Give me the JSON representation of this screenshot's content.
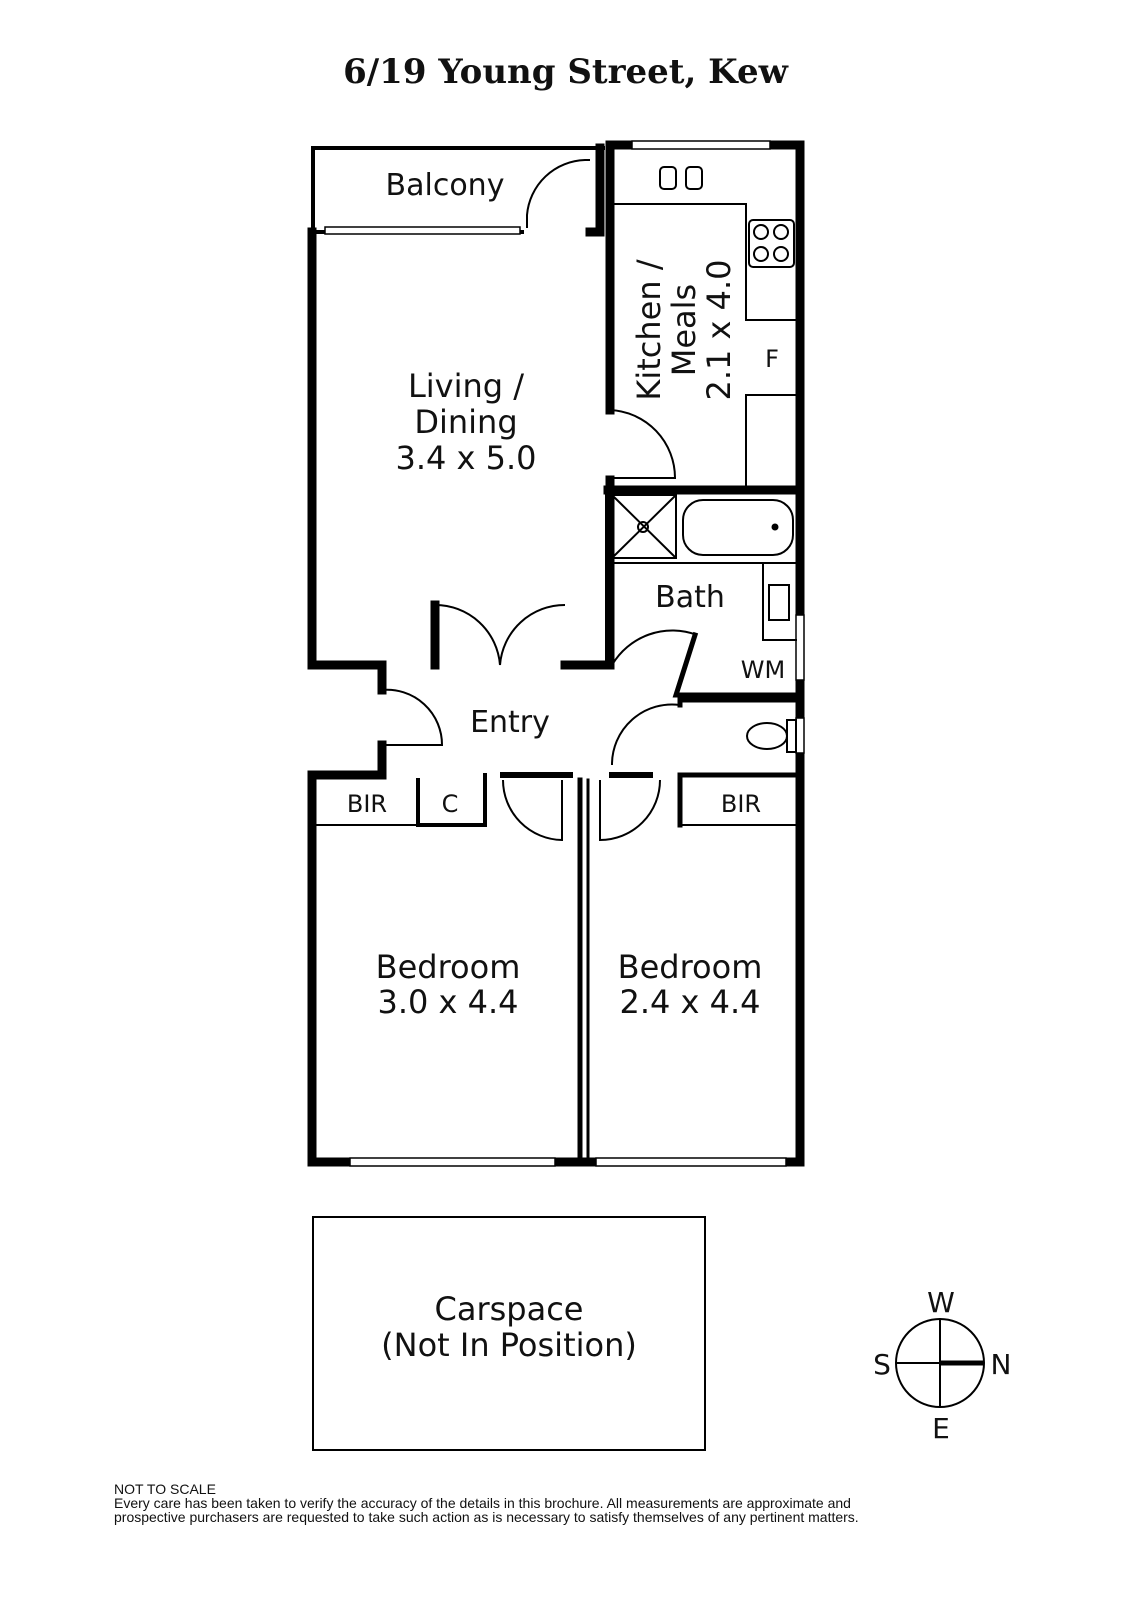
{
  "title": "6/19 Young Street, Kew",
  "rooms": {
    "balcony": "Balcony",
    "living": [
      "Living /",
      "Dining",
      "3.4 x 5.0"
    ],
    "kitchen": [
      "Kitchen /",
      "Meals",
      "2.1 x 4.0"
    ],
    "fridge": "F",
    "bath": "Bath",
    "wm": "WM",
    "entry": "Entry",
    "bir1": "BIR",
    "cupboard": "C",
    "bir2": "BIR",
    "bedroom1": [
      "Bedroom",
      "3.0 x 4.4"
    ],
    "bedroom2": [
      "Bedroom",
      "2.4 x 4.4"
    ],
    "carspace": [
      "Carspace",
      "(Not In Position)"
    ]
  },
  "compass": {
    "top": "W",
    "left": "S",
    "right": "N",
    "bottom": "E"
  },
  "footer": {
    "heading": "NOT TO SCALE",
    "line1": "Every care has been taken to verify the accuracy of the details in this brochure. All measurements are approximate and",
    "line2": "prospective purchasers are requested to take such action as is necessary to satisfy themselves of any pertinent matters."
  }
}
